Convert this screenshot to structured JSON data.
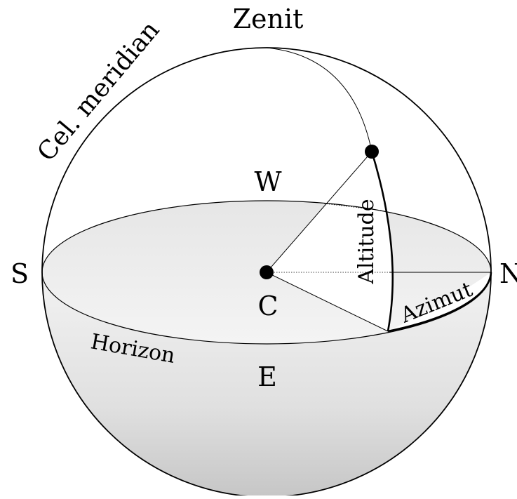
{
  "diagram": {
    "labels": {
      "zenith": "Zenit",
      "meridian": "Cel. meridian",
      "west": "W",
      "south": "S",
      "north": "N",
      "center": "C",
      "east": "E",
      "horizon": "Horizon",
      "altitude": "Altitude",
      "azimuth": "Azimut"
    },
    "colors": {
      "stroke": "#000000",
      "background": "#ffffff",
      "shade_light": "#f2f2f2",
      "shade_dark": "#c9c9c9"
    }
  }
}
